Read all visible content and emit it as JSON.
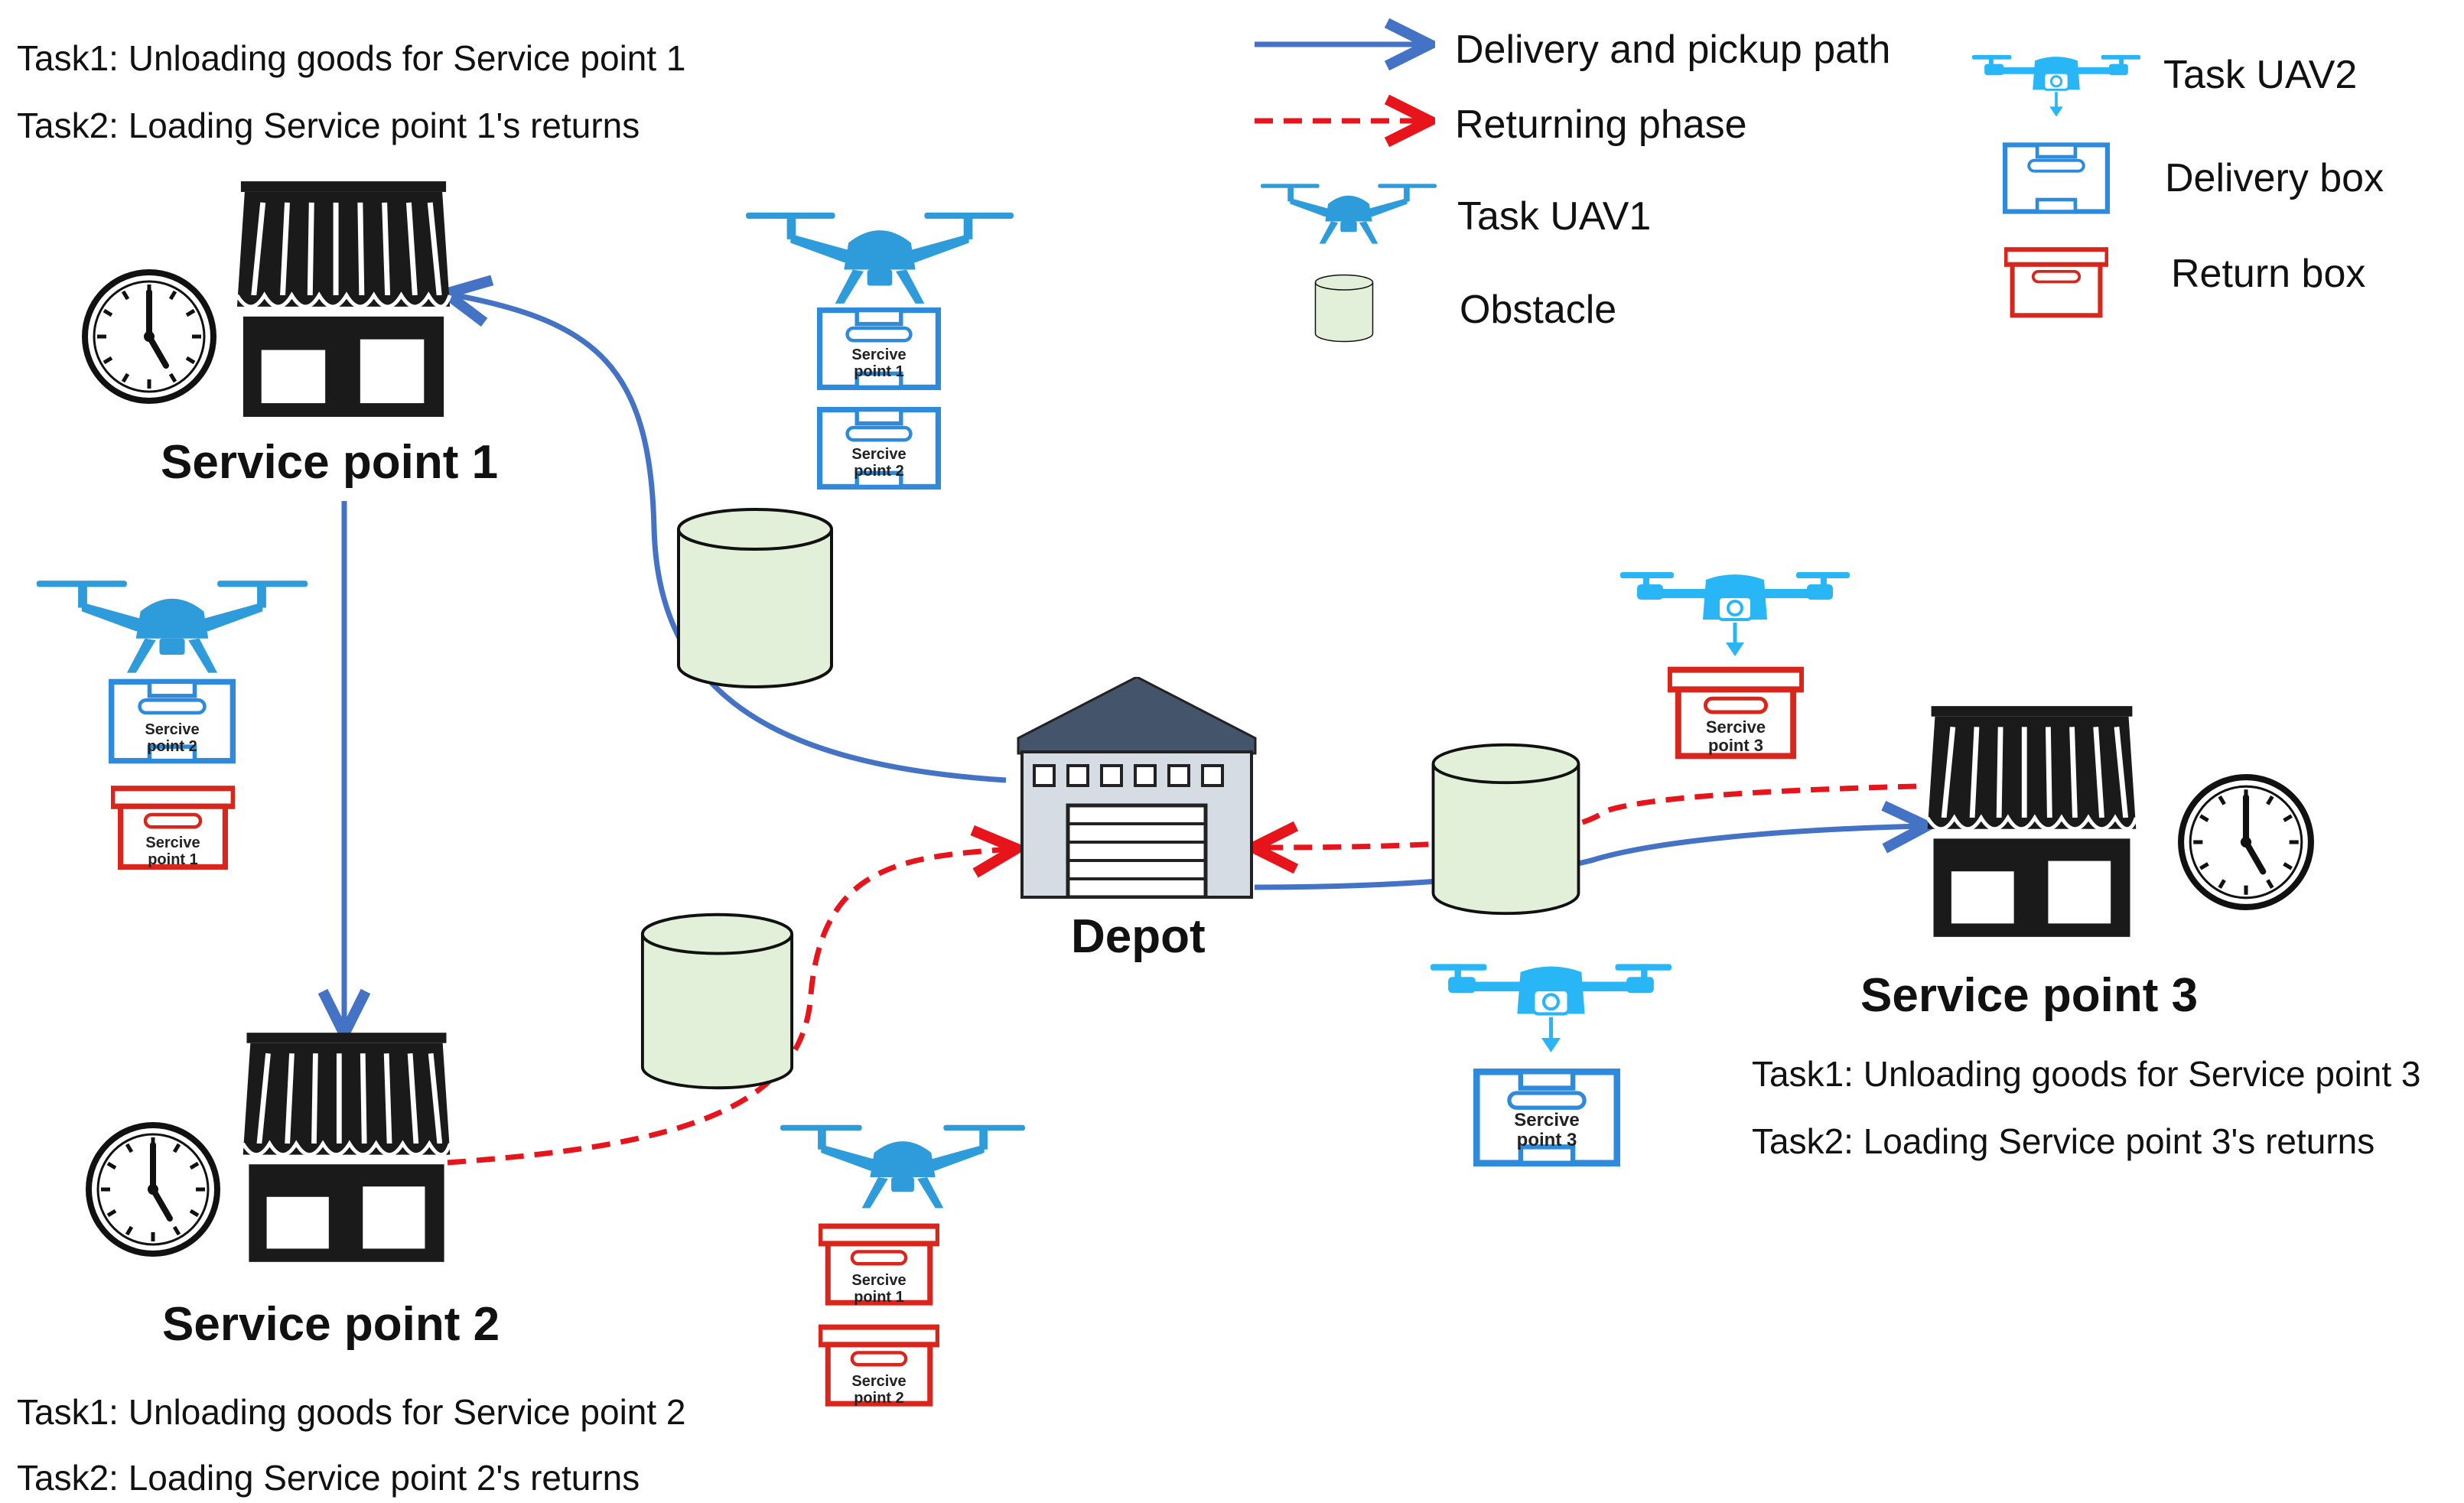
{
  "colors": {
    "delivery_path": "#4472C4",
    "returning_phase": "#E8141B",
    "uav1": "#2E9BDB",
    "uav2": "#29B6F6",
    "delivery_box": "#2E8BDB",
    "return_box": "#D9261C",
    "obstacle_fill": "#E2F0D9",
    "store": "#1A1A1A",
    "depot_roof": "#44546A",
    "depot_wall": "#D6DCE4"
  },
  "legend": {
    "delivery_path": "Delivery and pickup path",
    "returning_phase": "Returning phase",
    "task_uav1": "Task UAV1",
    "obstacle": "Obstacle",
    "task_uav2": "Task UAV2",
    "delivery_box": "Delivery box",
    "return_box": "Return  box"
  },
  "depot": {
    "label": "Depot"
  },
  "service_points": [
    {
      "title": "Service point 1",
      "task1": "Task1: Unloading goods for Service point 1",
      "task2": "Task2: Loading Service point 1's returns"
    },
    {
      "title": "Service point 2",
      "task1": "Task1: Unloading goods for Service point 2",
      "task2": "Task2: Loading Service point 2's returns"
    },
    {
      "title": "Service point 3",
      "task1": "Task1: Unloading goods for Service point 3",
      "task2": "Task2: Loading Service point 3's returns"
    }
  ],
  "boxes": {
    "word": "Sercive",
    "sp1": "point 1",
    "sp2": "point 2",
    "sp3": "point 3"
  },
  "icons": {
    "uav1": "quadcopter-drone-icon",
    "uav2": "camera-drone-icon",
    "store": "storefront-awning-icon",
    "clock": "clock-icon",
    "depot": "warehouse-icon",
    "obstacle": "cylinder-icon"
  }
}
